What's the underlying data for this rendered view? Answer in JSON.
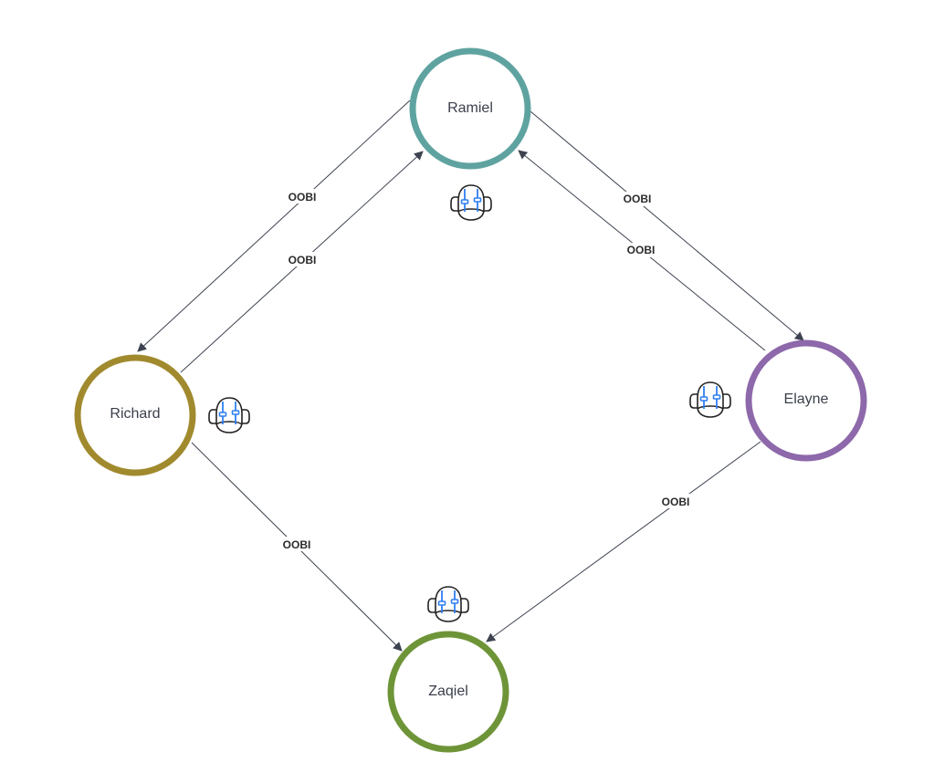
{
  "diagram": {
    "nodes": [
      {
        "id": "ramiel",
        "label": "Ramiel",
        "color": "#5fa3a1"
      },
      {
        "id": "richard",
        "label": "Richard",
        "color": "#a18a2e"
      },
      {
        "id": "elayne",
        "label": "Elayne",
        "color": "#8d68aa"
      },
      {
        "id": "zaqiel",
        "label": "Zaqiel",
        "color": "#6e9438"
      }
    ],
    "edges": [
      {
        "from": "ramiel",
        "to": "richard",
        "label": "OOBI"
      },
      {
        "from": "richard",
        "to": "ramiel",
        "label": "OOBI"
      },
      {
        "from": "ramiel",
        "to": "elayne",
        "label": "OOBI"
      },
      {
        "from": "elayne",
        "to": "ramiel",
        "label": "OOBI"
      },
      {
        "from": "richard",
        "to": "zaqiel",
        "label": "OOBI"
      },
      {
        "from": "elayne",
        "to": "zaqiel",
        "label": "OOBI"
      }
    ],
    "agent_icon": "robot-agent-icon",
    "icon_accent": "#2f7ff0",
    "edge_color": "#3d4350"
  }
}
